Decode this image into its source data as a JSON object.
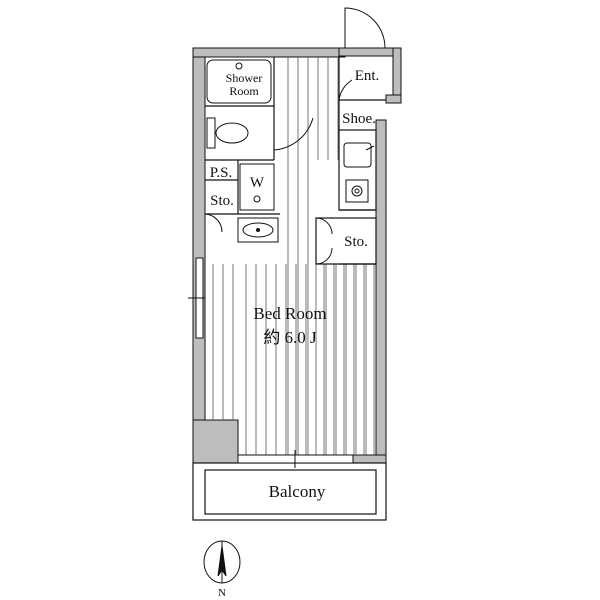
{
  "rooms": {
    "shower_line1": "Shower",
    "shower_line2": "Room",
    "entrance": "Ent.",
    "shoe": "Shoe.",
    "ps": "P.S.",
    "storage_left": "Sto.",
    "storage_right": "Sto.",
    "washer": "W",
    "bedroom_name": "Bed Room",
    "bedroom_size": "約 6.0 J",
    "balcony": "Balcony"
  },
  "compass": {
    "north": "N"
  },
  "colors": {
    "wall": "#bdbdbd",
    "line": "#111111",
    "floor_stripe": "#555555"
  }
}
